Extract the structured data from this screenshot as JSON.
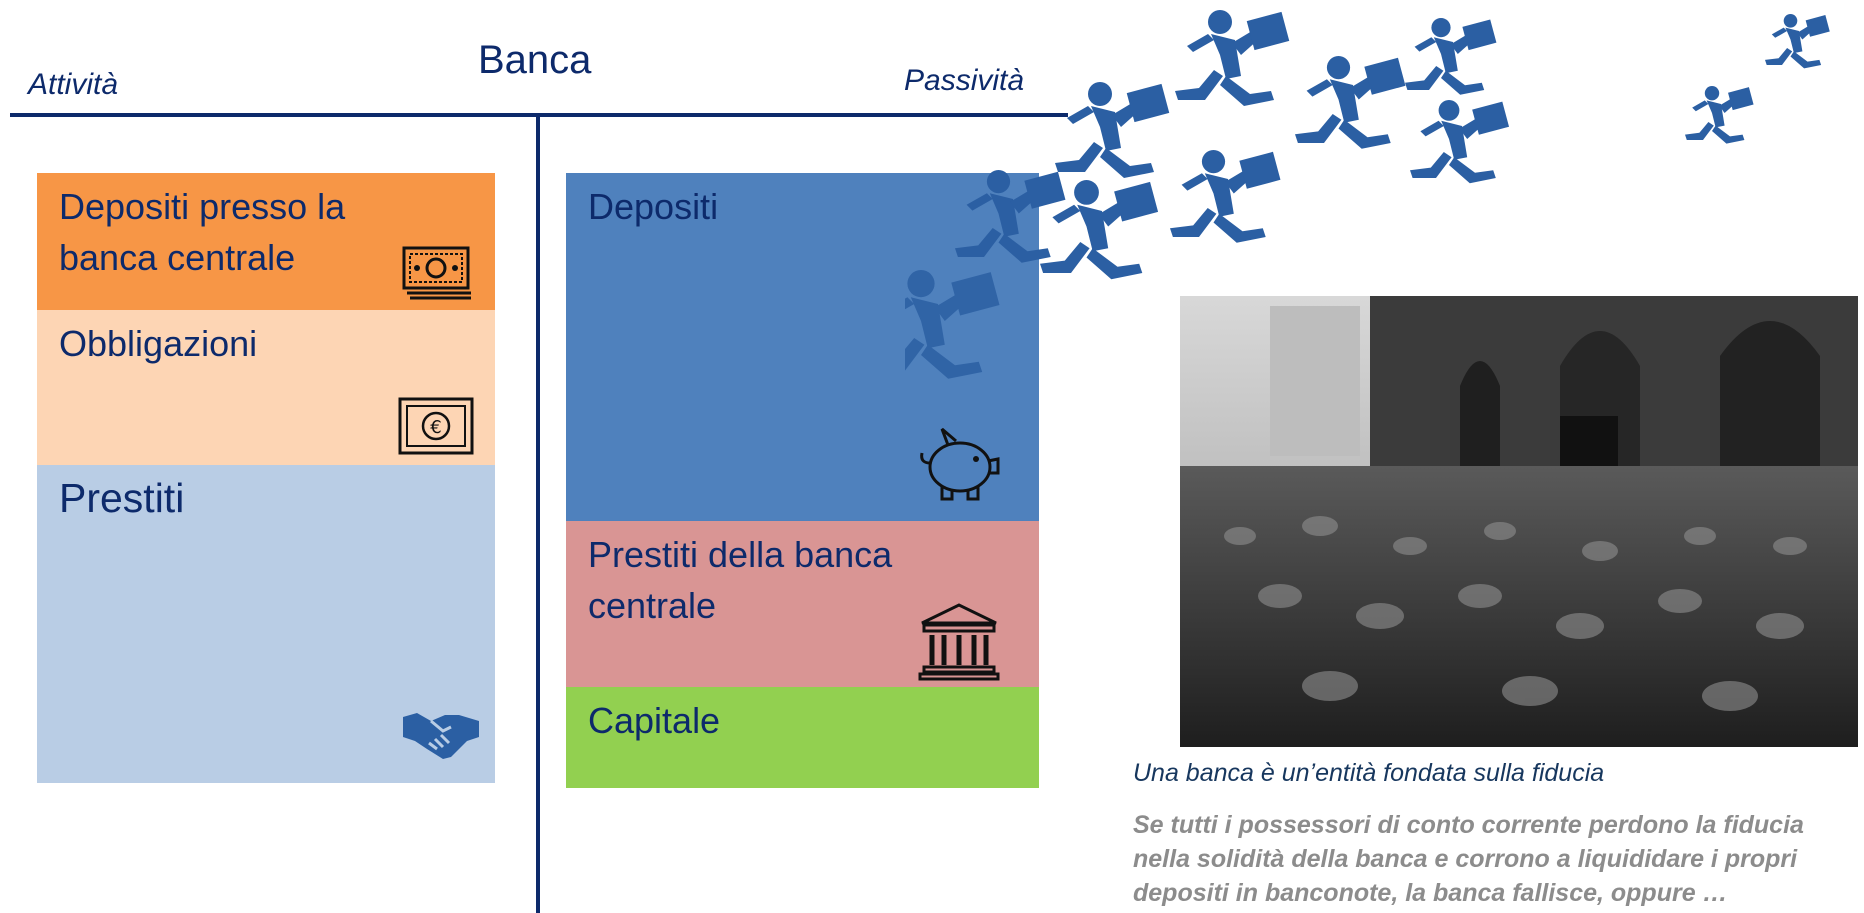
{
  "diagram": {
    "title": "Banca",
    "assets_label": "Attività",
    "liabilities_label": "Passività"
  },
  "assets": [
    {
      "label": "Depositi presso la banca centrale",
      "icon": "banknote-icon",
      "color": "#f79646"
    },
    {
      "label": "Obbligazioni",
      "icon": "euro-bill-icon",
      "color": "#fdd5b4"
    },
    {
      "label": "Prestiti",
      "icon": "handshake-icon",
      "color": "#b9cde5"
    }
  ],
  "liabilities": [
    {
      "label": "Depositi",
      "icon": "piggy-bank-icon",
      "color": "#4f81bd"
    },
    {
      "label": "Prestiti della banca centrale",
      "icon": "bank-building-icon",
      "color": "#d99594"
    },
    {
      "label": "Capitale",
      "icon": "",
      "color": "#92d050"
    }
  ],
  "runners": {
    "icon": "running-businessman-icon",
    "color": "#2b5fa3"
  },
  "photo": {
    "icon": "bank-run-crowd-photo"
  },
  "caption": "Una banca è un’entità fondata sulla fiducia",
  "description": "Se tutti i possessori di conto corrente perdono la fiducia nella solidità della banca e corrono a liquididare i propri depositi in banconote, la banca fallisce, oppure …"
}
